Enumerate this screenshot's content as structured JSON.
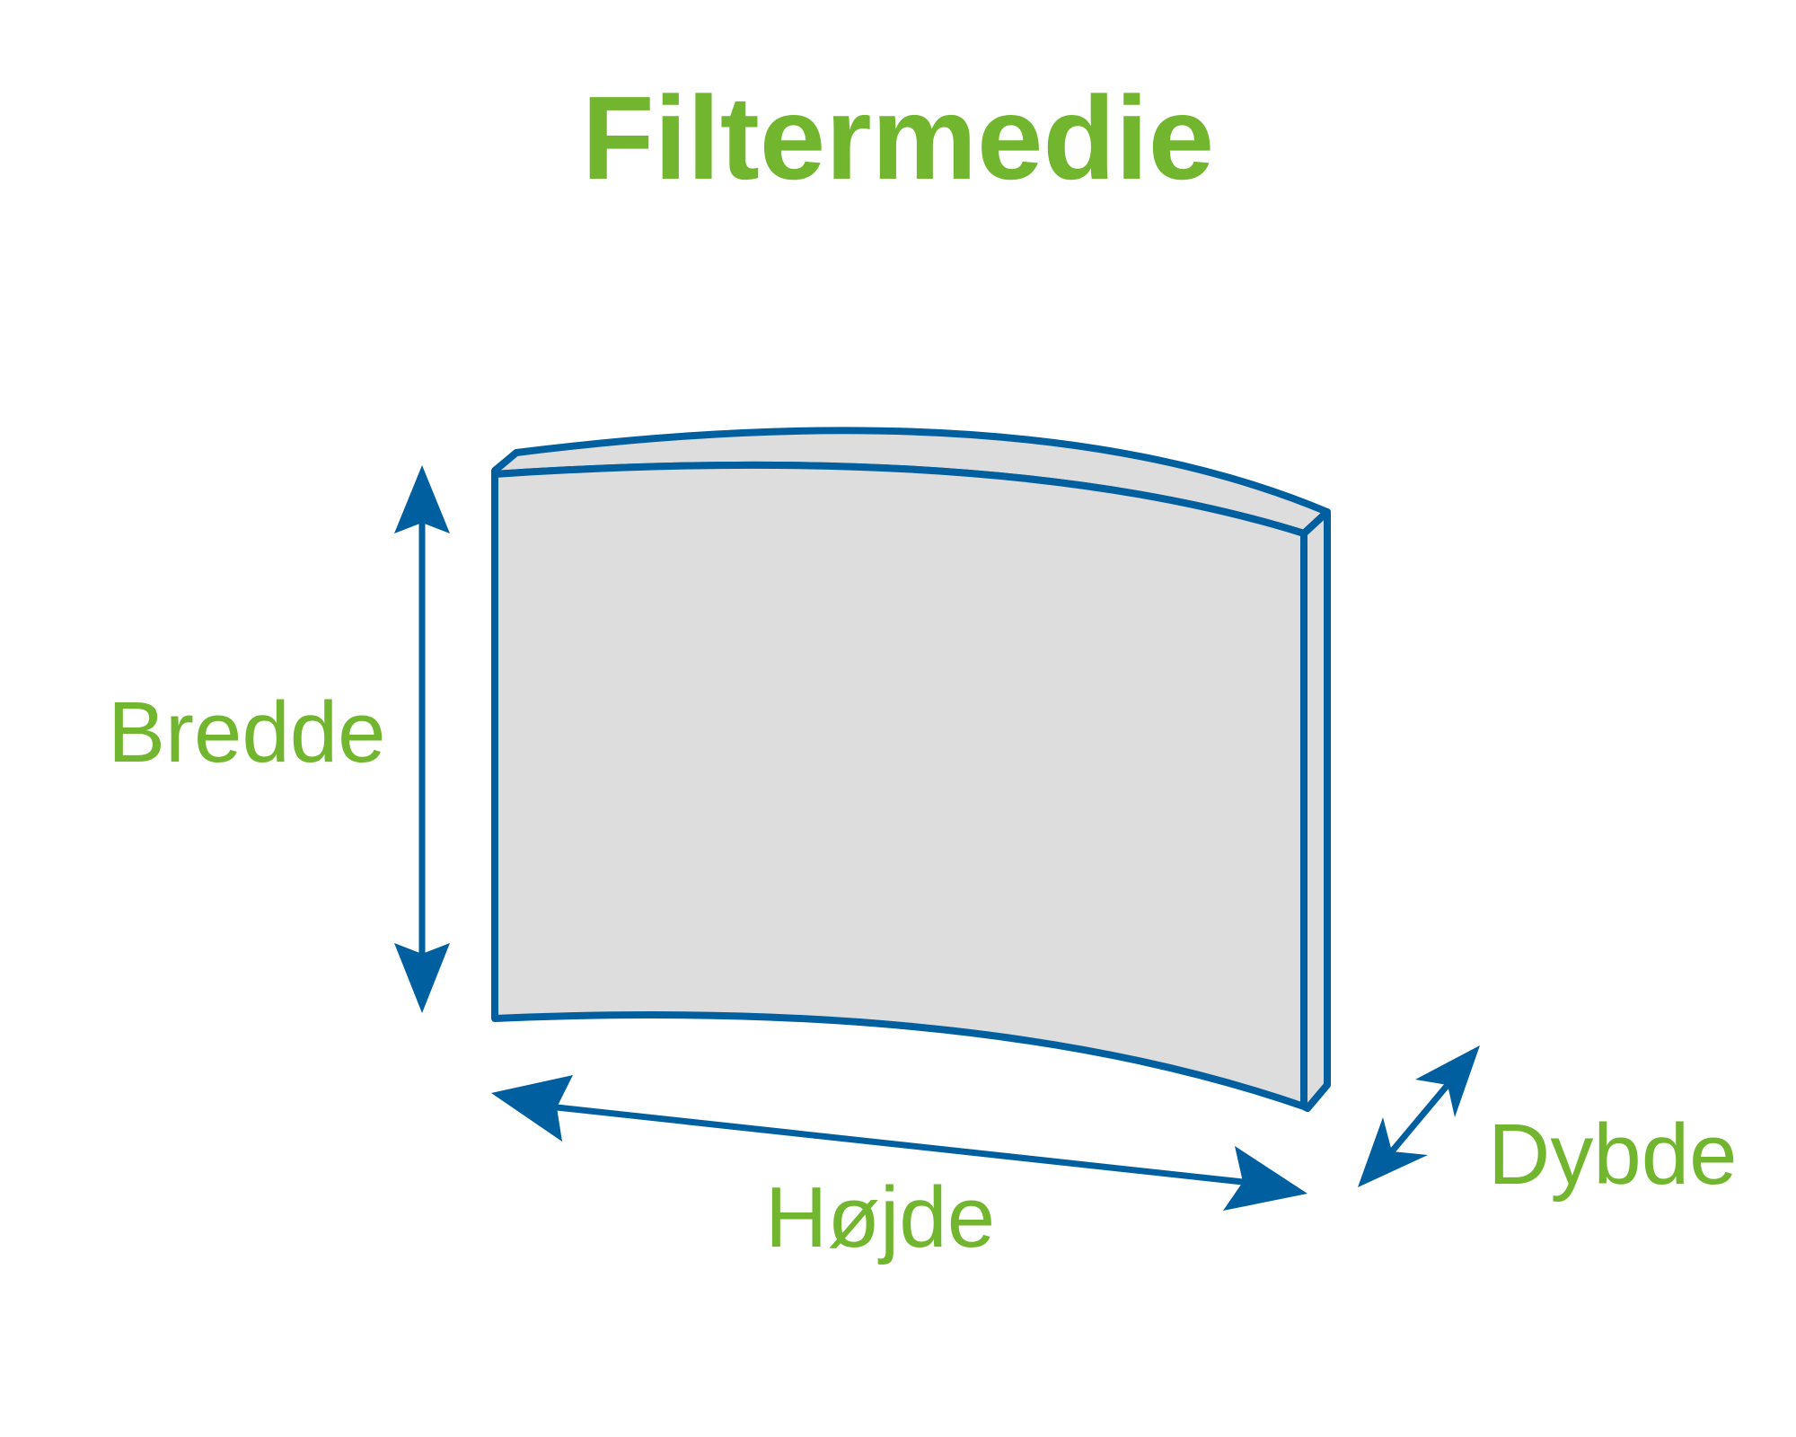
{
  "title": "Filtermedie",
  "dimensions": {
    "width_label": "Bredde",
    "height_label": "Højde",
    "depth_label": "Dybde"
  },
  "colors": {
    "accent_green": "#72B62F",
    "outline_blue": "#005F9E",
    "panel_fill": "#DDDDDD",
    "background": "#FFFFFF"
  }
}
